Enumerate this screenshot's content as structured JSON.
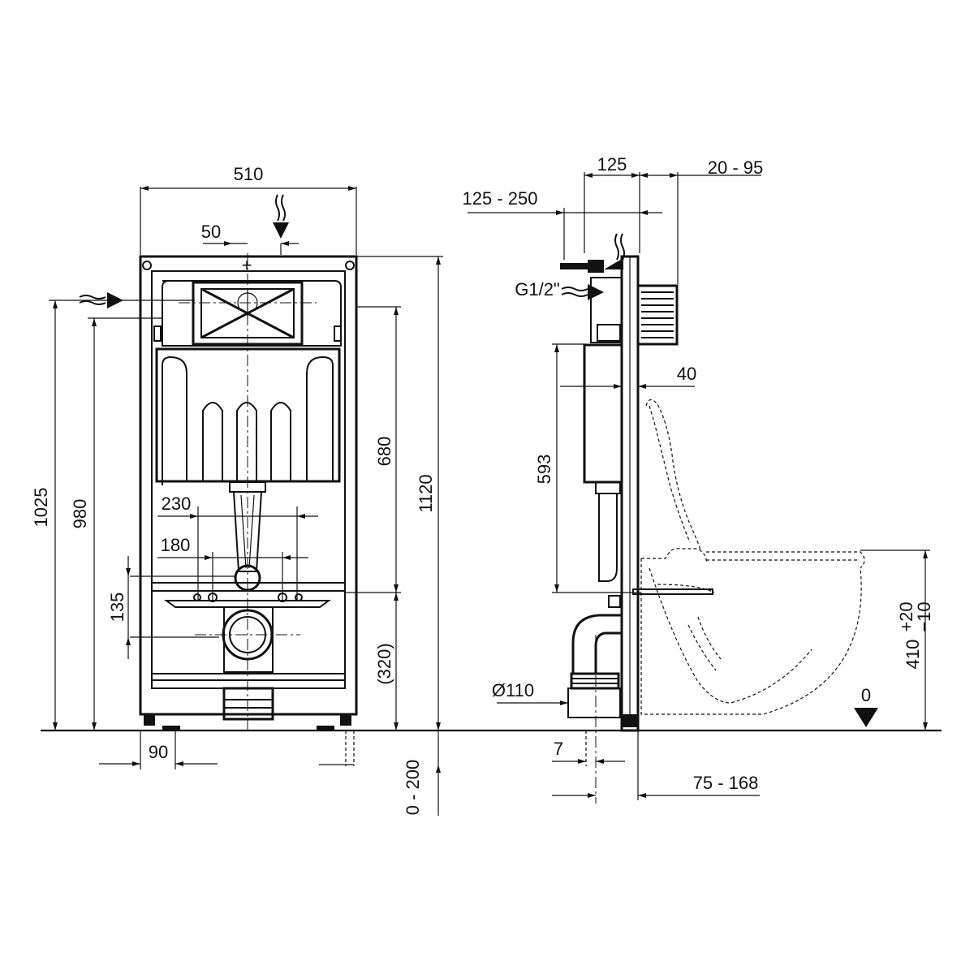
{
  "front_view": {
    "width": "510",
    "inlet_offset": "50",
    "outlet_spacing_230": "230",
    "outlet_spacing_180": "180",
    "height_1025": "1025",
    "height_980": "980",
    "height_680": "680",
    "height_1120": "1120",
    "height_135": "135",
    "height_320": "(320)",
    "foot_90": "90",
    "foot_adjust": "0 - 200"
  },
  "side_view": {
    "depth_125": "125",
    "depth_20_95": "20 - 95",
    "depth_125_250": "125 - 250",
    "water_connection": "G1/2\"",
    "offset_40": "40",
    "height_593": "593",
    "drain_diameter": "Ø110",
    "offset_7": "7",
    "offset_75_168": "75 - 168",
    "seat_height": "410",
    "seat_tol_plus": "+20",
    "seat_tol_minus": "−10",
    "floor_level": "0"
  }
}
